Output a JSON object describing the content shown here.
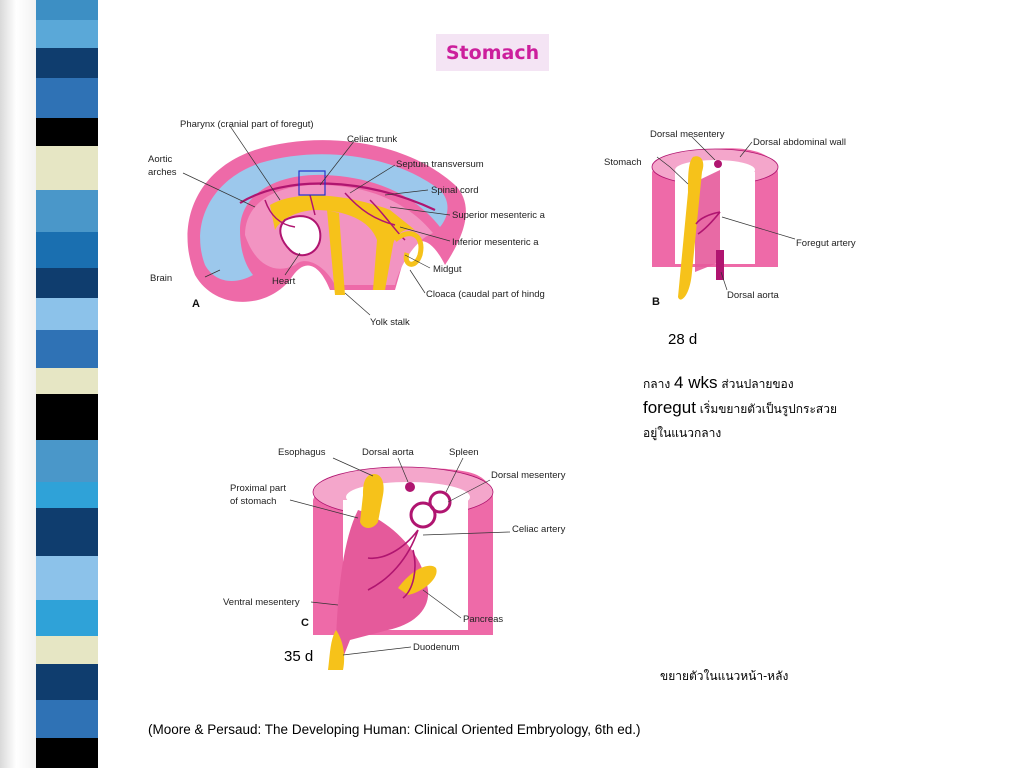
{
  "slide": {
    "title": "Stomach",
    "citation": "(Moore & Persaud: The Developing Human: Clinical Oriented Embryology, 6th ed.)"
  },
  "figure_a": {
    "letter": "A",
    "labels": {
      "pharynx": "Pharynx (cranial part of foregut)",
      "aortic_arches_1": "Aortic",
      "aortic_arches_2": "arches",
      "celiac_trunk": "Celiac trunk",
      "septum": "Septum transversum",
      "spinal_cord": "Spinal cord",
      "superior_mesenteric": "Superior mesenteric a",
      "inferior_mesenteric": "Inferior mesenteric a",
      "midgut": "Midgut",
      "cloaca": "Cloaca (caudal part of hindg",
      "brain": "Brain",
      "heart": "Heart",
      "yolk_stalk": "Yolk stalk"
    }
  },
  "figure_b": {
    "letter": "B",
    "labels": {
      "dorsal_mesentery": "Dorsal mesentery",
      "dorsal_abdominal_wall": "Dorsal abdominal wall",
      "stomach": "Stomach",
      "foregut_artery": "Foregut artery",
      "dorsal_aorta": "Dorsal aorta"
    }
  },
  "figure_c": {
    "letter": "C",
    "labels": {
      "esophagus": "Esophagus",
      "dorsal_aorta": "Dorsal aorta",
      "spleen": "Spleen",
      "dorsal_mesentery": "Dorsal mesentery",
      "proximal_1": "Proximal part",
      "proximal_2": "of stomach",
      "celiac_artery": "Celiac artery",
      "ventral_mesentery": "Ventral mesentery",
      "pancreas": "Pancreas",
      "duodenum": "Duodenum"
    }
  },
  "notes": {
    "day_28": "28 d",
    "day_35": "35 d",
    "line1_a": "กลาง",
    "line1_b": "4 wks",
    "line1_c": "ส่วนปลายของ",
    "line2_a": "foregut",
    "line2_b": "เริ่มขยายตัวเป็นรูปกระสวย",
    "line3": "อยู่ในแนวกลาง",
    "expand": "ขยายตัวในแนวหน้า-หลัง"
  },
  "colors": {
    "title_bg": "#f4e4f4",
    "title_text": "#cc1f9c",
    "tissue_pink": "#ee6aa8",
    "neural_blue": "#9cc8ec",
    "gut_yellow": "#f6c21a",
    "vessel_magenta": "#b01570"
  }
}
